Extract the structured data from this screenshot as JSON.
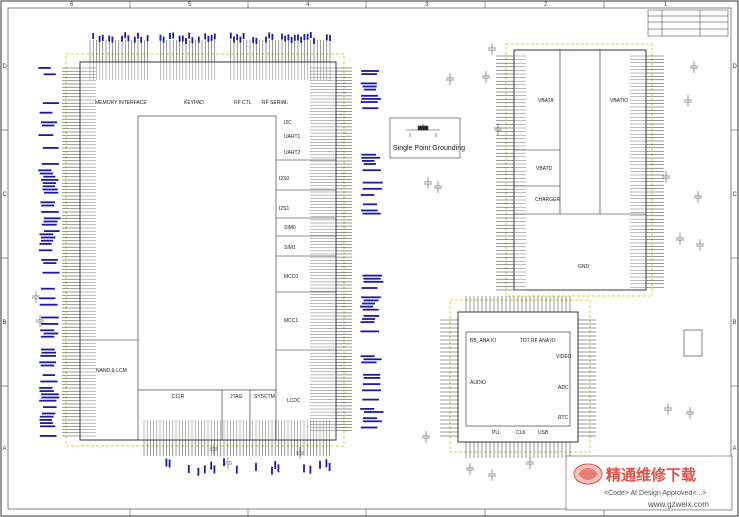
{
  "border": {
    "columns": [
      "6",
      "5",
      "4",
      "3",
      "2",
      "1"
    ],
    "rows": [
      "D",
      "C",
      "B",
      "A"
    ]
  },
  "blocks": {
    "memory_interface": "MEMORY INTERFACE",
    "keypad": "KEYPAD",
    "rf_ctl": "RF CTL",
    "rf_serial": "RF SERIAL",
    "nand_lcm": "NAND & LCM",
    "ccir": "CCIR",
    "jtag": "JTAG",
    "sysctm": "SYSCTM",
    "lcdc": "LCDC",
    "i2c": "I2C",
    "uart1": "UART1",
    "uart2": "UART2",
    "i2s0": "I2S0",
    "i2s1": "I2S1",
    "sim0": "SIM0",
    "sim1": "SIM1",
    "mcc0": "MCC0",
    "mcc1": "MCC1",
    "vbata": "VBATA",
    "vbatd": "VBATD",
    "vbatio": "VBATIO",
    "charger": "CHARGER",
    "gnd": "GND",
    "bb_ana_io": "BB_ANA IO",
    "tdt_rf_ana_io": "TDT RF ANA IO",
    "audio": "AUDIO",
    "video": "VIDEO",
    "adc": "ADC",
    "rtc": "RTC",
    "pll": "PLL",
    "clk": "CLK",
    "usb": "USB"
  },
  "single_point_grounding": "Single Point Grounding",
  "watermark": {
    "chinese": "精通维修下载",
    "caption": "<Code>    At Design Approved<...>",
    "url": "www.gzweix.com"
  },
  "colors": {
    "line": "#2a2a2a",
    "net_label": "#1a1aa6",
    "keepout": "#d8d23a",
    "watermark": "#e0524a"
  }
}
